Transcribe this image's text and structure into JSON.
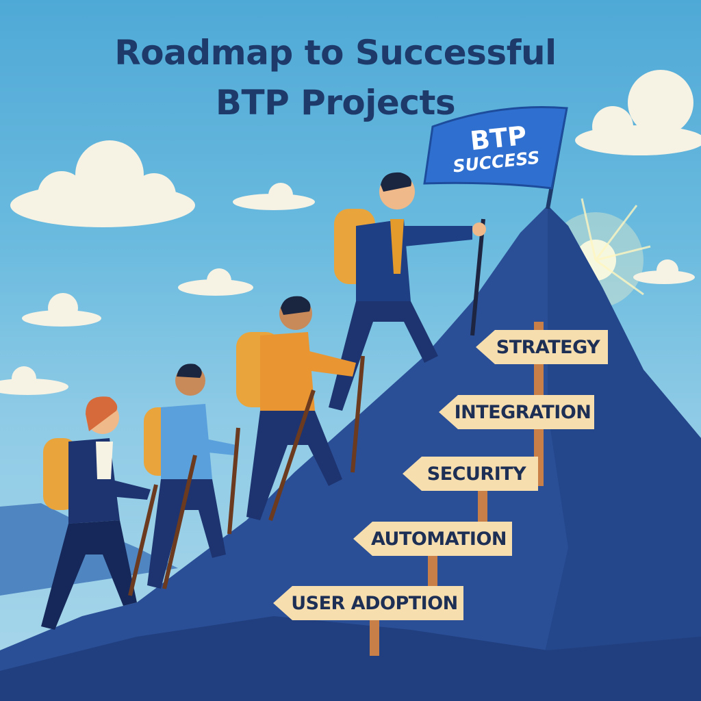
{
  "title": {
    "line1": "Roadmap to Successful",
    "line2": "BTP Projects"
  },
  "flag": {
    "line1": "BTP",
    "line2": "SUCCESS",
    "color": "#2f6fd0"
  },
  "signposts": [
    {
      "label": "STRATEGY"
    },
    {
      "label": "INTEGRATION"
    },
    {
      "label": "SECURITY"
    },
    {
      "label": "AUTOMATION"
    },
    {
      "label": "USER ADOPTION"
    }
  ],
  "colors": {
    "title": "#1d3a6b",
    "mountain": "#2a4f97",
    "sign": "#f6deaf",
    "sign_text": "#1d2f55",
    "sky_top": "#4fa9d6",
    "sky_bottom": "#a9d7ea"
  },
  "climbers": [
    {
      "role": "leader",
      "outfit": "navy suit, orange tie"
    },
    {
      "role": "climber",
      "outfit": "orange jacket"
    },
    {
      "role": "climber",
      "outfit": "light blue shirt"
    },
    {
      "role": "climber",
      "outfit": "navy suit"
    }
  ]
}
